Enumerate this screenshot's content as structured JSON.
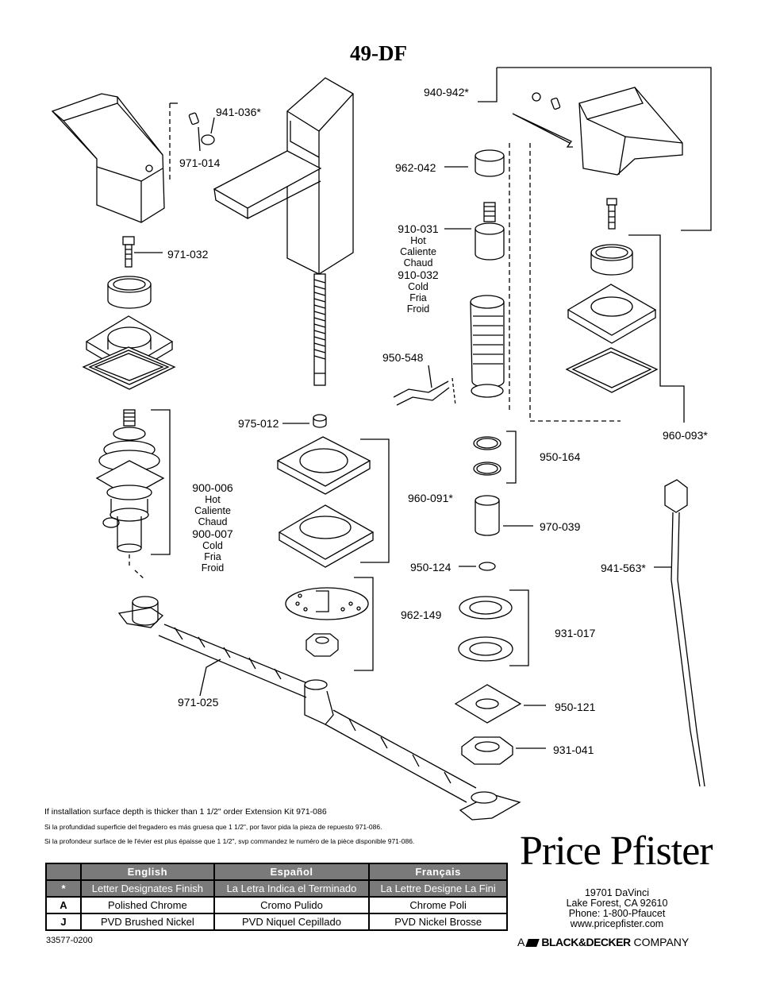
{
  "title": "49-DF",
  "parts": {
    "p941_036": "941-036*",
    "p971_014": "971-014",
    "p971_032": "971-032",
    "p900_006": "900-006",
    "p900_006_sub": [
      "Hot",
      "Caliente",
      "Chaud"
    ],
    "p900_007": "900-007",
    "p900_007_sub": [
      "Cold",
      "Fria",
      "Froid"
    ],
    "p971_025": "971-025",
    "p975_012": "975-012",
    "p960_091": "960-091*",
    "p962_149": "962-149",
    "p940_942": "940-942*",
    "p962_042": "962-042",
    "p910_031": "910-031",
    "p910_031_sub": [
      "Hot",
      "Caliente",
      "Chaud"
    ],
    "p910_032": "910-032",
    "p910_032_sub": [
      "Cold",
      "Fria",
      "Froid"
    ],
    "p950_548": "950-548",
    "p950_164": "950-164",
    "p970_039": "970-039",
    "p950_124": "950-124",
    "p931_017": "931-017",
    "p950_121": "950-121",
    "p931_041": "931-041",
    "p960_093": "960-093*",
    "p941_563": "941-563*"
  },
  "notes": {
    "en": "If installation surface depth is thicker than 1 1/2\" order Extension Kit 971-086",
    "es": "Si la profundidad superficie del fregadero es más gruesa que 1 1/2\", por favor pida la pieza de repuesto 971-086.",
    "fr": "Si la profondeur surface de le l'évier est plus épaisse que 1 1/2\", svp commandez le numéro de la pièce disponible 971-086."
  },
  "finish_table": {
    "headers": [
      "English",
      "Español",
      "Français"
    ],
    "rows": [
      {
        "key": "*",
        "cells": [
          "Letter Designates Finish",
          "La Letra Indica el Terminado",
          "La Lettre Designe La Fini"
        ]
      },
      {
        "key": "A",
        "cells": [
          "Polished Chrome",
          "Cromo Pulido",
          "Chrome Poli"
        ]
      },
      {
        "key": "J",
        "cells": [
          "PVD Brushed Nickel",
          "PVD Niquel Cepillado",
          "PVD Nickel Brosse"
        ]
      }
    ]
  },
  "doc_number": "33577-0200",
  "brand": {
    "name": "Price Pfister",
    "address1": "19701 DaVinci",
    "address2": "Lake Forest, CA 92610",
    "phone": "Phone: 1-800-Pfaucet",
    "web": "www.pricepfister.com",
    "company_prefix": "A",
    "company_name": "BLACK&DECKER",
    "company_suffix": "COMPANY"
  }
}
